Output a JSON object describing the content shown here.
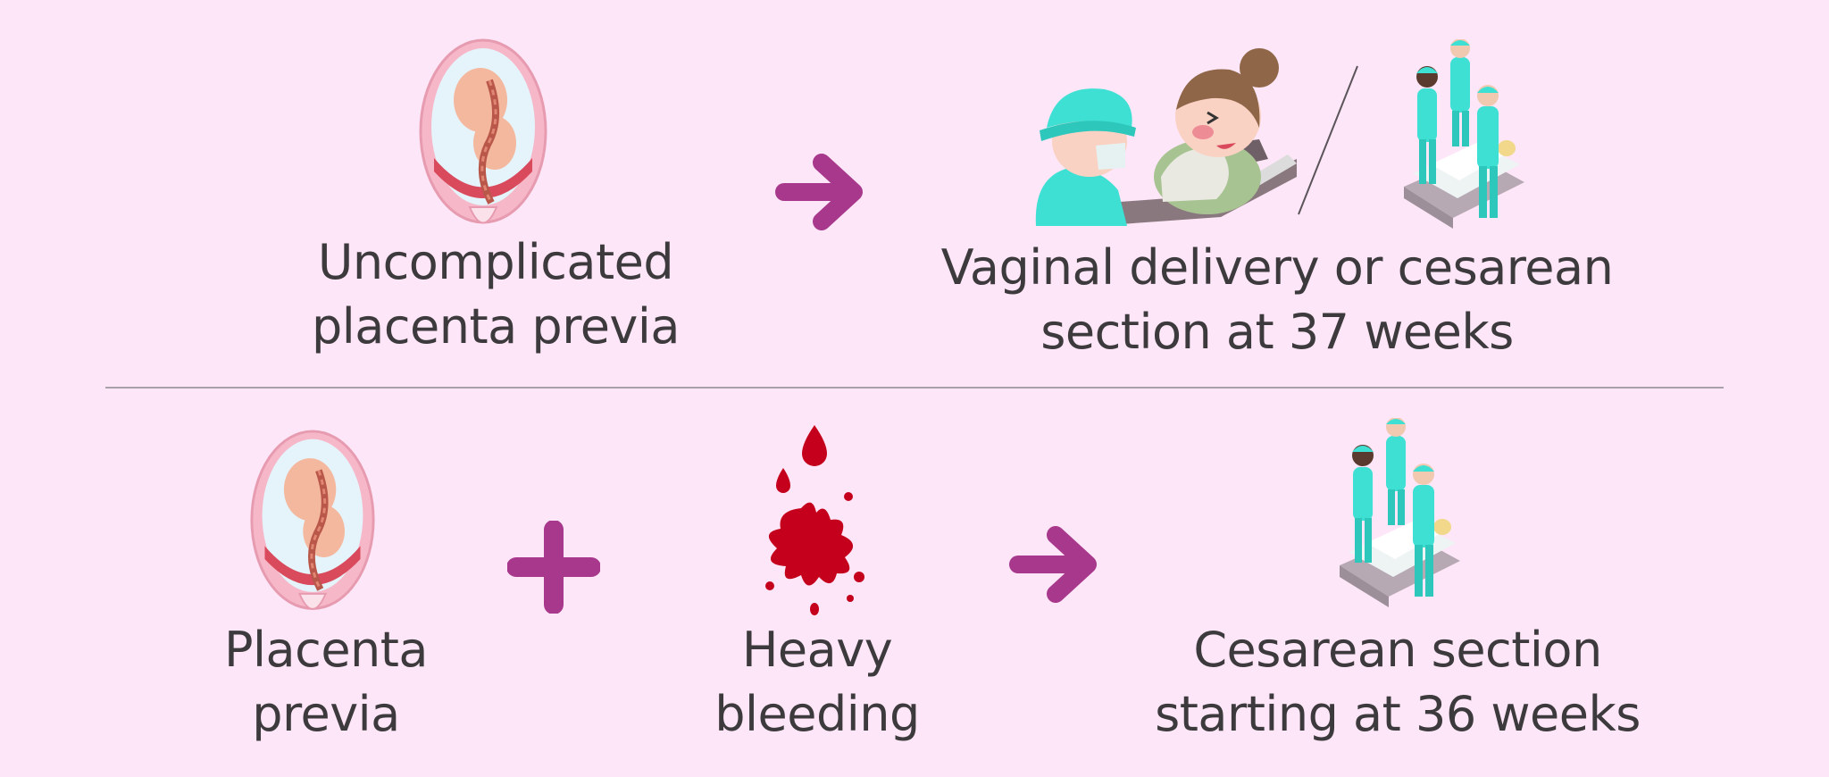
{
  "colors": {
    "background": "#fde6f7",
    "text": "#3d3a3d",
    "accent": "#a8388c",
    "blood": "#c4001c",
    "scrubs": "#3ee0d4",
    "uterus": "#f6b8c8"
  },
  "top_row": {
    "condition": {
      "icon": "pregnant-uterus-icon",
      "line1": "Uncomplicated",
      "line2": "placenta previa"
    },
    "arrow_icon": "arrow-right-icon",
    "outcome": {
      "icon_a": "vaginal-delivery-icon",
      "icon_b": "surgery-team-icon",
      "line1": "Vaginal delivery or cesarean",
      "line2": "section at 37 weeks"
    }
  },
  "bottom_row": {
    "condition": {
      "icon": "pregnant-uterus-icon",
      "line1": "Placenta",
      "line2": "previa"
    },
    "plus_icon": "plus-icon",
    "factor": {
      "icon": "blood-splash-icon",
      "line1": "Heavy",
      "line2": "bleeding"
    },
    "arrow_icon": "arrow-right-icon",
    "outcome": {
      "icon": "surgery-team-icon",
      "line1": "Cesarean section",
      "line2": "starting at 36 weeks"
    }
  }
}
